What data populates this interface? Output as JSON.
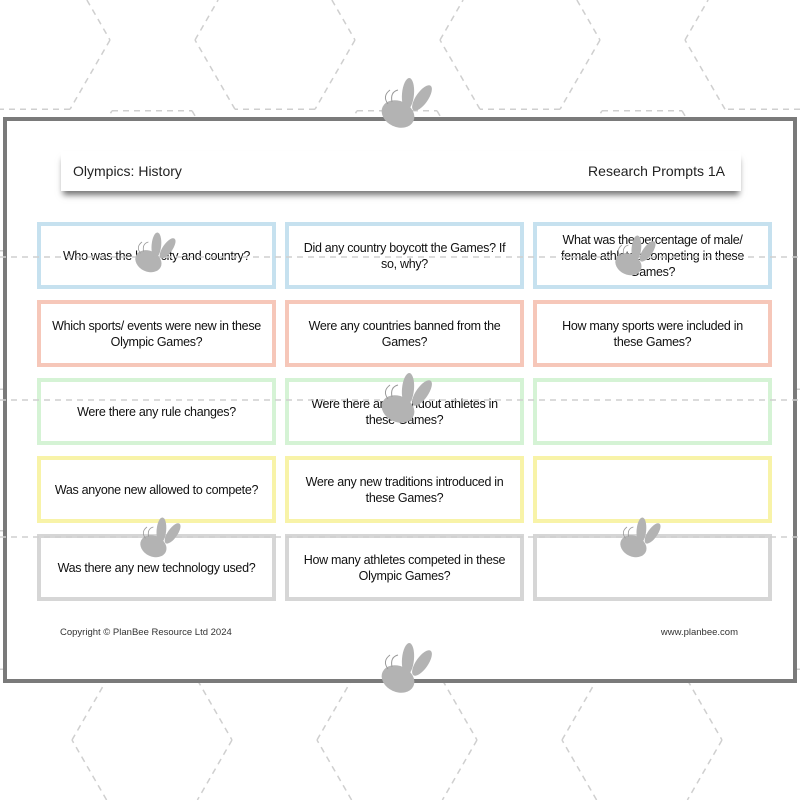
{
  "header": {
    "title": "Olympics: History",
    "subtitle": "Research Prompts 1A"
  },
  "colors": {
    "blue": "#c6e1ef",
    "salmon": "#f6c7b9",
    "green": "#d5f3d5",
    "yellow": "#f8f3a8",
    "gray": "#d6d6d6",
    "frame": "#7a7a7a"
  },
  "rows": [
    {
      "color": "blue",
      "cards": [
        "Who was the host city and country?",
        "Did any country boycott the Games? If so, why?",
        "What was the percentage of male/ female athletes competing in these Games?"
      ]
    },
    {
      "color": "salmon",
      "cards": [
        "Which sports/ events were new in these Olympic Games?",
        "Were any countries banned from the Games?",
        "How many sports were included in these Games?"
      ]
    },
    {
      "color": "green",
      "cards": [
        "Were there any rule changes?",
        "Were there any standout athletes in these Games?",
        ""
      ]
    },
    {
      "color": "yellow",
      "cards": [
        "Was anyone new allowed to compete?",
        "Were any new traditions introduced in these Games?",
        ""
      ]
    },
    {
      "color": "gray",
      "cards": [
        "Was there any new technology used?",
        "How many athletes competed in these Olympic Games?",
        ""
      ]
    }
  ],
  "footer": {
    "copyright": "Copyright © PlanBee Resource Ltd 2024",
    "website": "www.planbee.com"
  },
  "watermark": {
    "icon": "bee-icon"
  }
}
